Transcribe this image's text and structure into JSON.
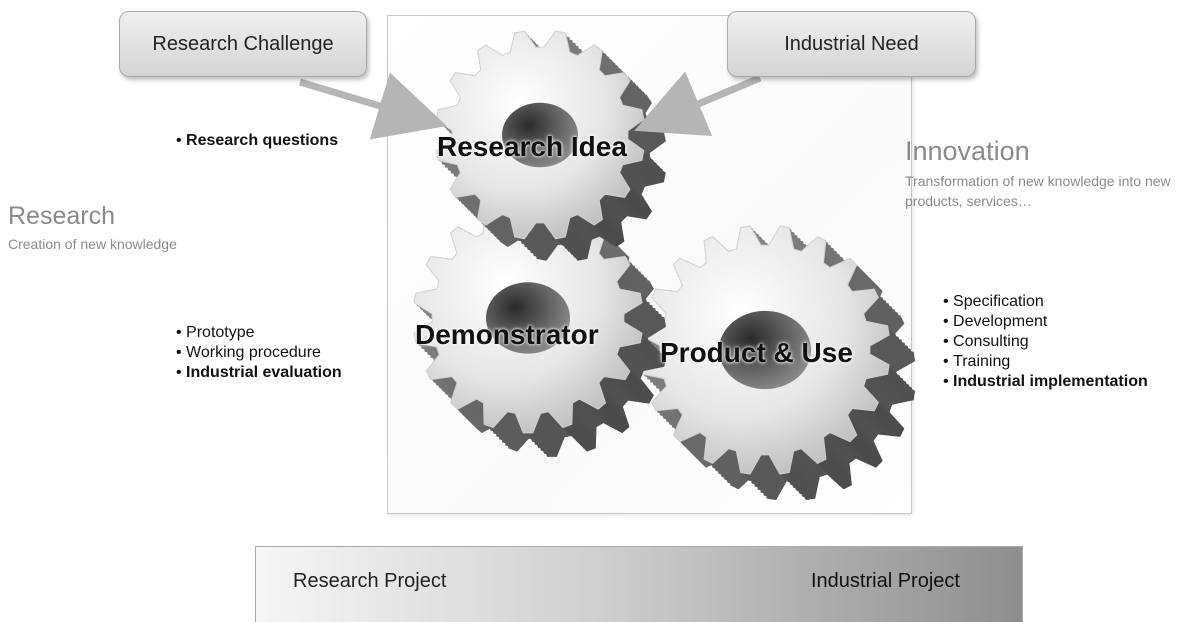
{
  "callouts": {
    "research_challenge": "Research Challenge",
    "industrial_need": "Industrial Need"
  },
  "gears": {
    "research_idea": "Research Idea",
    "demonstrator": "Demonstrator",
    "product_use": "Product & Use"
  },
  "research": {
    "title": "Research",
    "subtitle": "Creation of new knowledge"
  },
  "innovation": {
    "title": "Innovation",
    "subtitle": "Transformation of new knowledge into new products, services…"
  },
  "research_idea_list": [
    {
      "text": "Research questions",
      "bold": true
    }
  ],
  "demonstrator_list": [
    {
      "text": "Prototype",
      "bold": false
    },
    {
      "text": "Working procedure",
      "bold": false
    },
    {
      "text": "Industrial evaluation",
      "bold": true
    }
  ],
  "product_list": [
    {
      "text": "Specification",
      "bold": false
    },
    {
      "text": "Development",
      "bold": false
    },
    {
      "text": "Consulting",
      "bold": false
    },
    {
      "text": "Training",
      "bold": false
    },
    {
      "text": "Industrial implementation",
      "bold": true
    }
  ],
  "projects": {
    "research": "Research Project",
    "industrial": "Industrial Project"
  },
  "colors": {
    "gear_light": "#f2f2f2",
    "gear_shadow": "#6e6e6e",
    "muted_text": "#8a8a8a"
  }
}
